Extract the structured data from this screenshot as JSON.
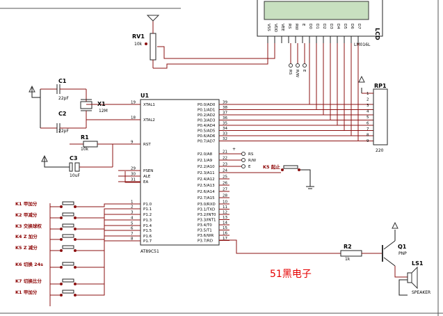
{
  "components": {
    "rv1": {
      "ref": "RV1",
      "value": "10k"
    },
    "u1": {
      "ref": "U1",
      "part": "AT89C51"
    },
    "c1": {
      "ref": "C1",
      "value": "22pF"
    },
    "c2": {
      "ref": "C2",
      "value": "22pF"
    },
    "c3": {
      "ref": "C3",
      "value": "10uF"
    },
    "x1": {
      "ref": "X1",
      "value": "12M"
    },
    "r1": {
      "ref": "R1",
      "value": "10k"
    },
    "r2": {
      "ref": "R2",
      "value": "1k"
    },
    "rp1": {
      "ref": "RP1",
      "value": "220"
    },
    "q1": {
      "ref": "Q1",
      "value": "PNP"
    },
    "ls1": {
      "ref": "LS1",
      "value": "SPEAKER"
    },
    "lcd": {
      "ref": "LCD",
      "part": "LM016L",
      "pins": [
        "VSS",
        "VDD",
        "VEE",
        "RS",
        "RW",
        "E",
        "D0",
        "D1",
        "D2",
        "D3",
        "D4",
        "D5",
        "D6",
        "D7"
      ]
    }
  },
  "u1_pins": {
    "left": [
      {
        "num": "19",
        "name": "XTAL1"
      },
      {
        "num": "18",
        "name": "XTAL2"
      },
      {
        "num": "9",
        "name": "RST"
      },
      {
        "num": "29",
        "name": "PSEN"
      },
      {
        "num": "30",
        "name": "ALE"
      },
      {
        "num": "31",
        "name": "EA"
      },
      {
        "num": "1",
        "name": "P1.0"
      },
      {
        "num": "2",
        "name": "P1.1"
      },
      {
        "num": "3",
        "name": "P1.2"
      },
      {
        "num": "4",
        "name": "P1.3"
      },
      {
        "num": "5",
        "name": "P1.4"
      },
      {
        "num": "6",
        "name": "P1.5"
      },
      {
        "num": "7",
        "name": "P1.6"
      },
      {
        "num": "8",
        "name": "P1.7"
      }
    ],
    "p0": [
      {
        "num": "39",
        "name": "P0.0/AD0"
      },
      {
        "num": "38",
        "name": "P0.1/AD1"
      },
      {
        "num": "37",
        "name": "P0.2/AD2"
      },
      {
        "num": "36",
        "name": "P0.3/AD3"
      },
      {
        "num": "35",
        "name": "P0.4/AD4"
      },
      {
        "num": "34",
        "name": "P0.5/AD5"
      },
      {
        "num": "33",
        "name": "P0.6/AD6"
      },
      {
        "num": "32",
        "name": "P0.7/AD7"
      }
    ],
    "p2": [
      {
        "num": "21",
        "name": "P2.0/A8"
      },
      {
        "num": "22",
        "name": "P2.1/A9"
      },
      {
        "num": "23",
        "name": "P2.2/A10"
      },
      {
        "num": "24",
        "name": "P2.3/A11"
      },
      {
        "num": "25",
        "name": "P2.4/A12"
      },
      {
        "num": "26",
        "name": "P2.5/A13"
      },
      {
        "num": "27",
        "name": "P2.6/A14"
      },
      {
        "num": "28",
        "name": "P2.7/A15"
      }
    ],
    "p3": [
      {
        "num": "10",
        "name": "P3.0/RXD"
      },
      {
        "num": "11",
        "name": "P3.1/TXD"
      },
      {
        "num": "12",
        "name": "P3.2/INT0"
      },
      {
        "num": "13",
        "name": "P3.3/INT1"
      },
      {
        "num": "14",
        "name": "P3.4/T0"
      },
      {
        "num": "15",
        "name": "P3.5/T1"
      },
      {
        "num": "16",
        "name": "P3.6/WR"
      },
      {
        "num": "17",
        "name": "P3.7/RD"
      }
    ]
  },
  "net_labels": {
    "rs": "RS",
    "rw": "R/W",
    "e": "E"
  },
  "rp1_pins": [
    "1",
    "2",
    "3",
    "4",
    "5",
    "6",
    "7",
    "8",
    "9"
  ],
  "keys": [
    {
      "label": "K1 甲加分"
    },
    {
      "label": "K2 甲减分"
    },
    {
      "label": "K3 交换球权"
    },
    {
      "label": "K4 Z 加分"
    },
    {
      "label": "K5 Z 减分"
    },
    {
      "label": "K6 切换 24s"
    },
    {
      "label": "K7 切换比分"
    },
    {
      "label": "K1 甲加分"
    }
  ],
  "key5": {
    "label": "K5 起止"
  },
  "watermark": "51黑电子",
  "colors": {
    "wire": "#8b1010",
    "watermark": "#e60000",
    "chip_fill": "#ffffff"
  }
}
